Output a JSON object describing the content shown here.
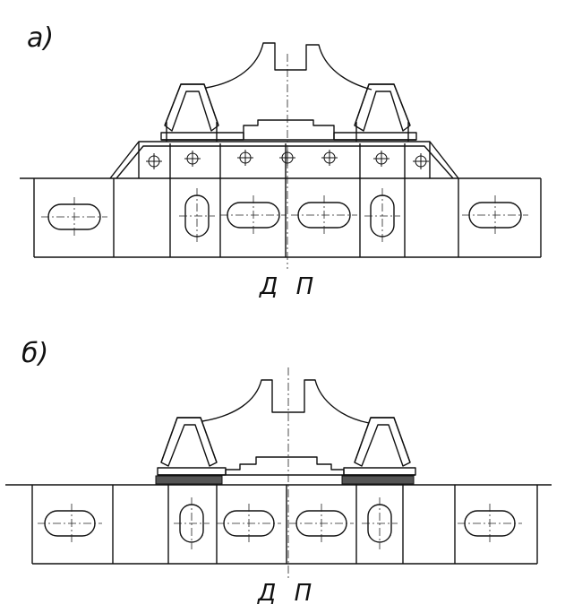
{
  "views": [
    {
      "label": "а)",
      "centerline_label": "Д П"
    },
    {
      "label": "б)",
      "centerline_label": "Д П"
    }
  ]
}
